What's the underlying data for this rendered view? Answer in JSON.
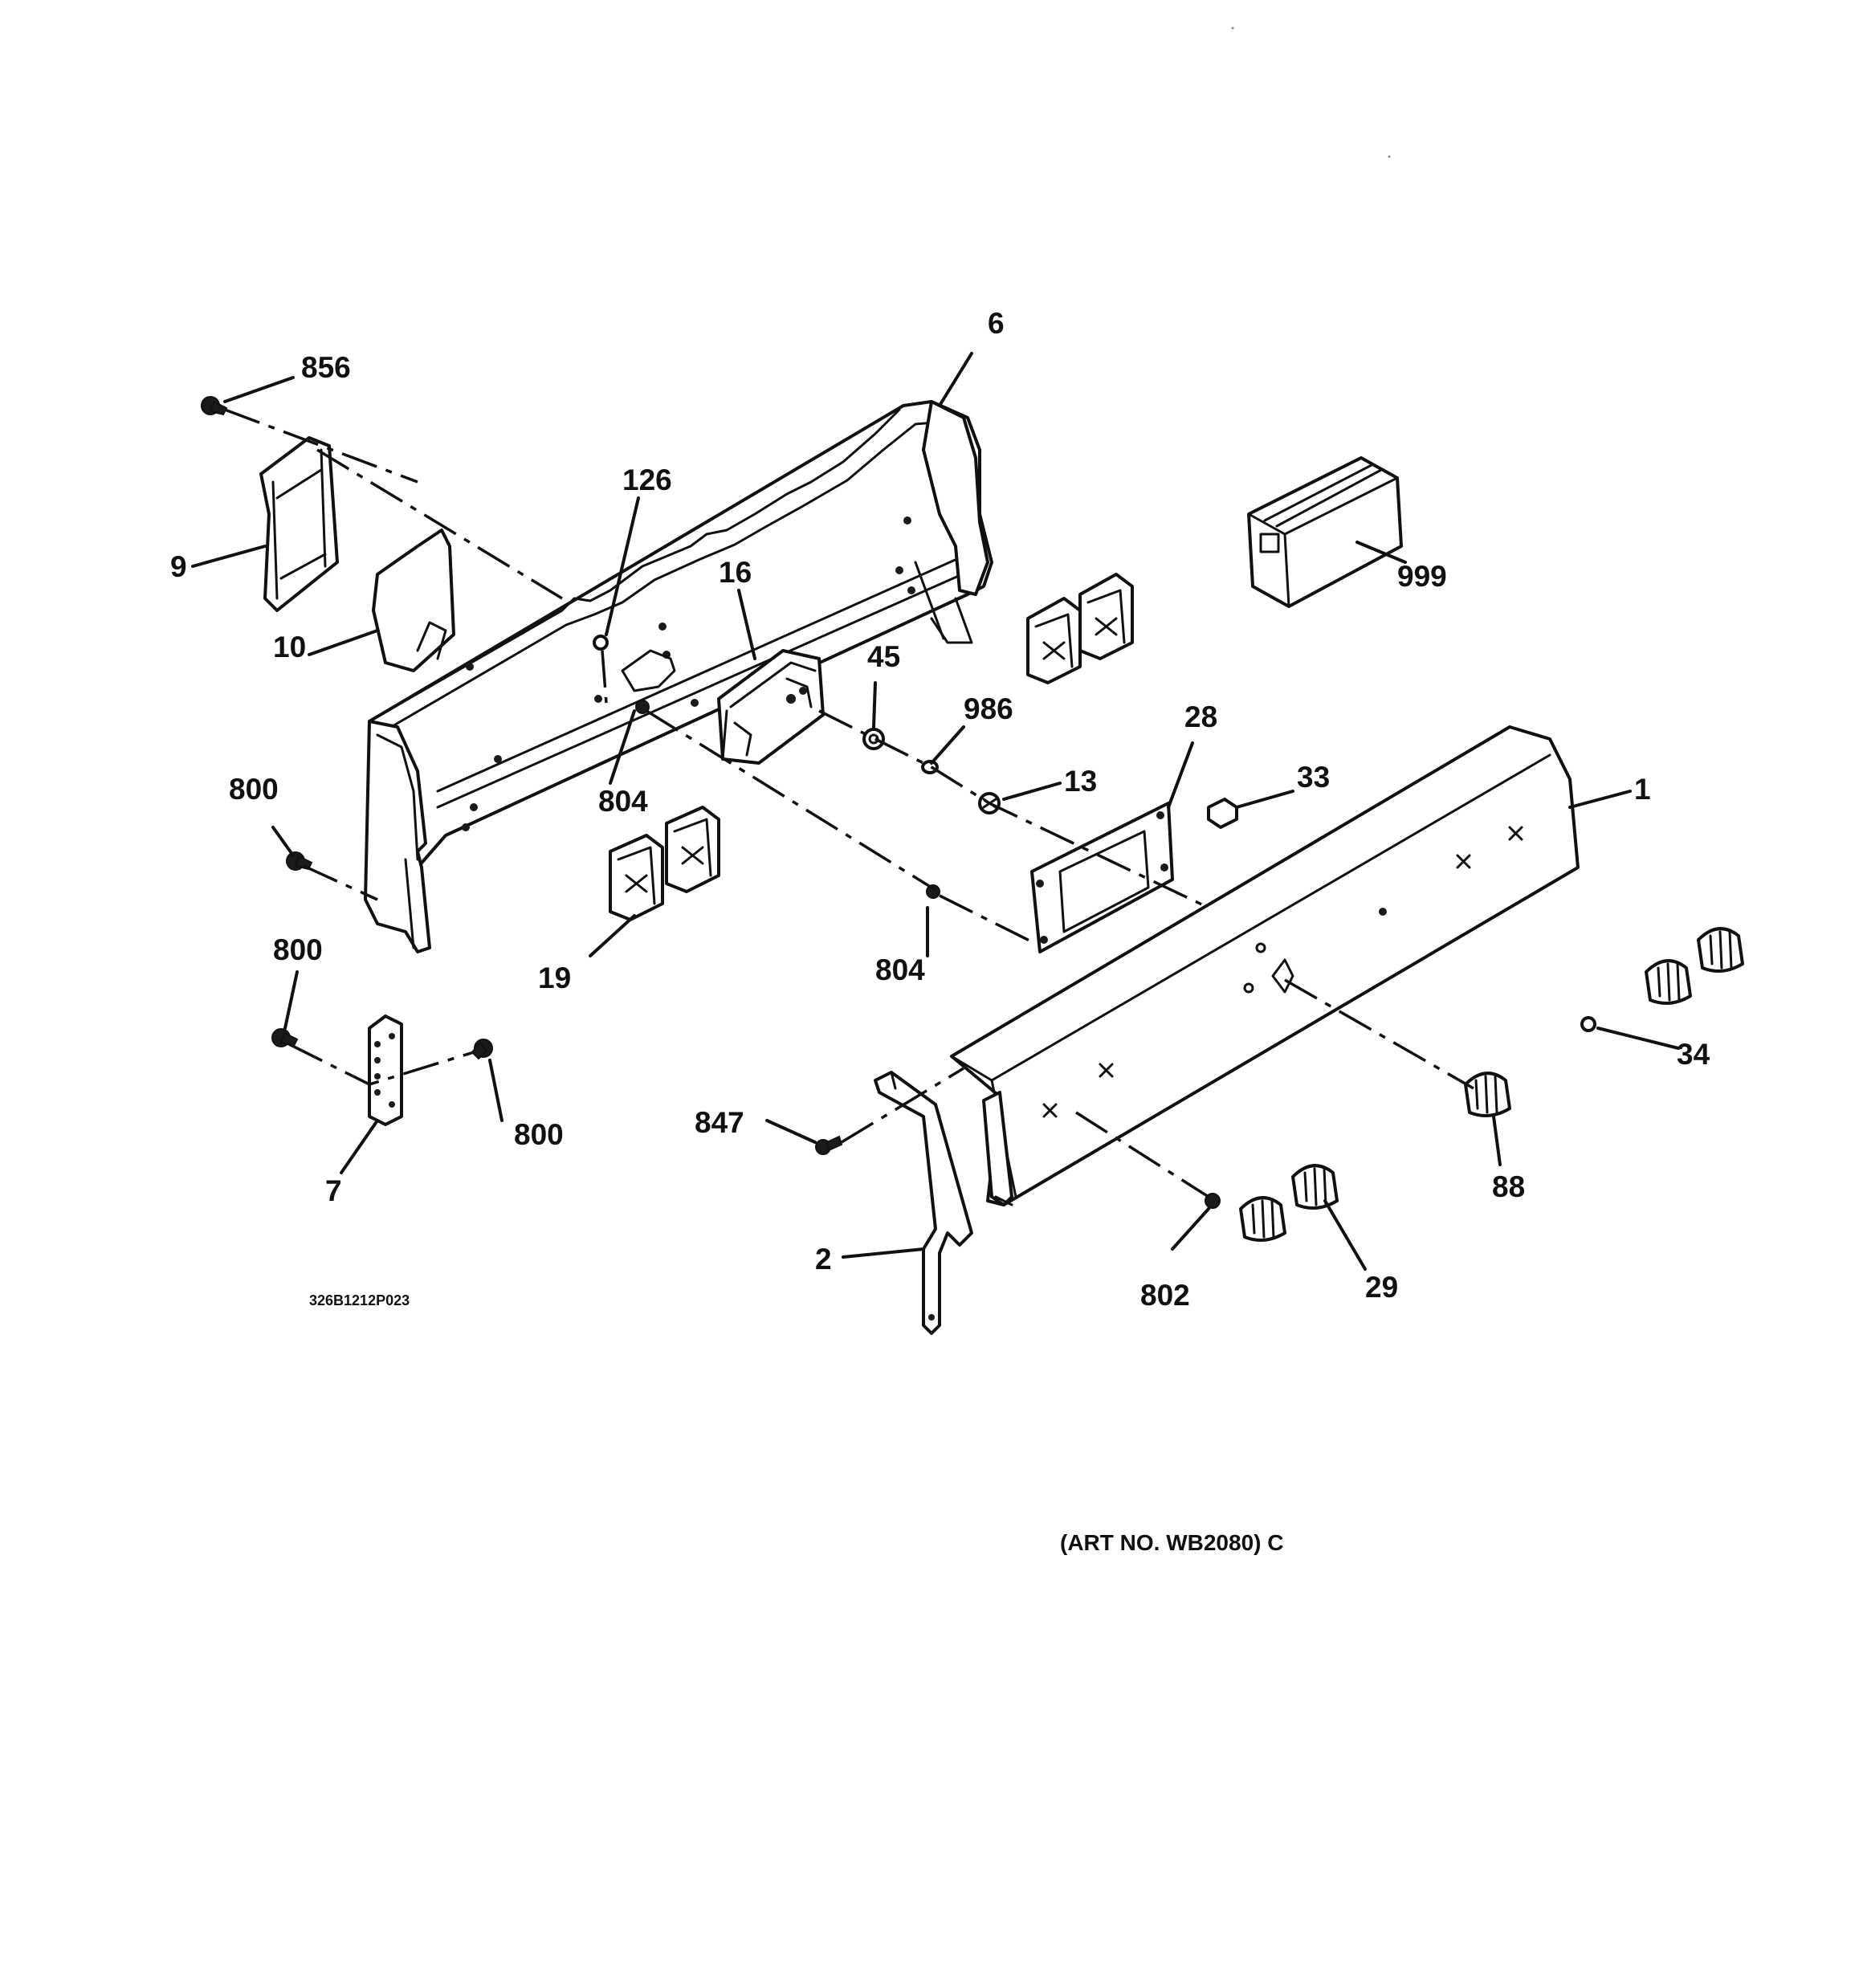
{
  "callouts": {
    "c1": "1",
    "c2": "2",
    "c6": "6",
    "c7": "7",
    "c9": "9",
    "c10": "10",
    "c13": "13",
    "c16": "16",
    "c19": "19",
    "c28": "28",
    "c29": "29",
    "c33": "33",
    "c34": "34",
    "c45": "45",
    "c88": "88",
    "c126": "126",
    "c800a": "800",
    "c800b": "800",
    "c800c": "800",
    "c802": "802",
    "c804a": "804",
    "c804b": "804",
    "c847": "847",
    "c856": "856",
    "c986": "986",
    "c999": "999"
  },
  "art_number": "(ART NO. WB2080) C",
  "drawing_code": "326B1212P023",
  "colors": {
    "ink": "#111111",
    "paper": "#ffffff"
  }
}
